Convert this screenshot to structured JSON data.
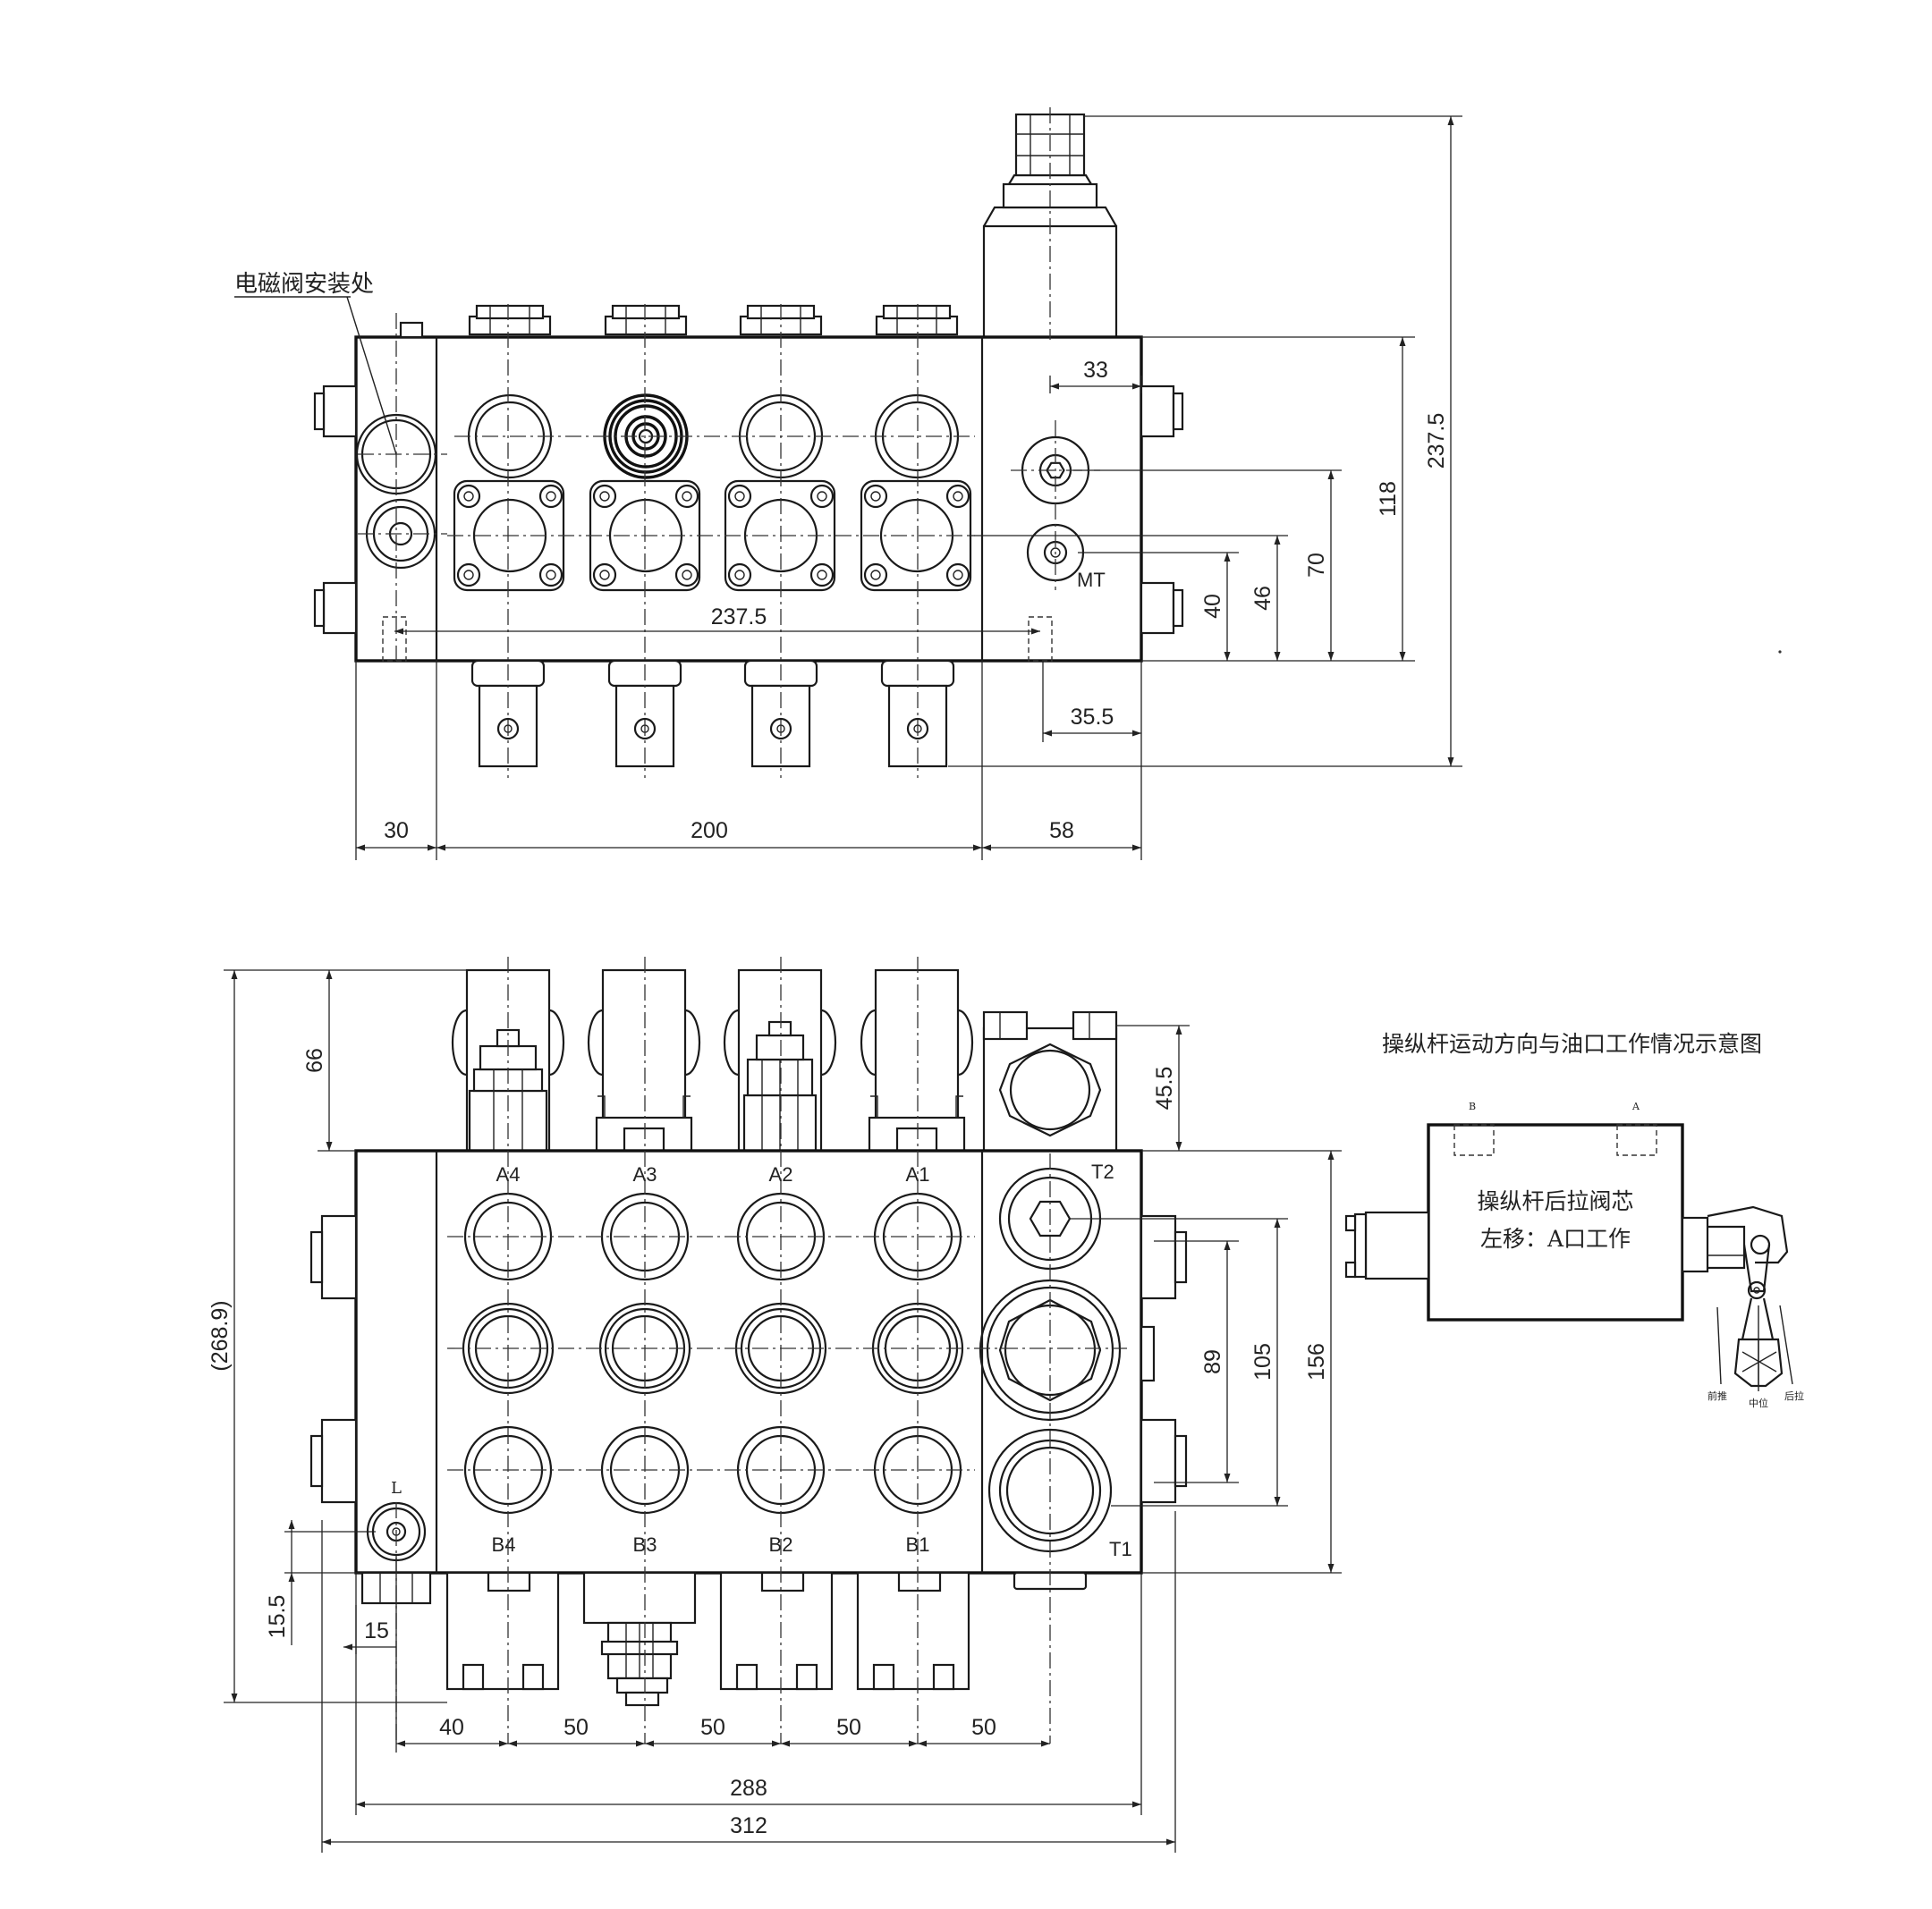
{
  "top_view": {
    "annotation": "电磁阀安装处",
    "port_mt": "MT",
    "dims": {
      "left": "30",
      "middle": "200",
      "right": "58",
      "holes": "237.5",
      "overall_height": "237.5",
      "body_height": "118",
      "d70": "70",
      "d46": "46",
      "d40": "40",
      "d33": "33",
      "d35_5": "35.5"
    }
  },
  "front_view": {
    "ports_a": [
      "A4",
      "A3",
      "A2",
      "A1"
    ],
    "ports_b": [
      "B4",
      "B3",
      "B2",
      "B1"
    ],
    "port_t2": "T2",
    "port_t1": "T1",
    "port_l": "L",
    "dims": {
      "total_height": "(268.9)",
      "top_66": "66",
      "relief_45_5": "45.5",
      "h156": "156",
      "h105": "105",
      "h89": "89",
      "h15_5": "15.5",
      "w15": "15",
      "w40": "40",
      "w50a": "50",
      "w50b": "50",
      "w50c": "50",
      "w50d": "50",
      "w288": "288",
      "w312": "312"
    }
  },
  "schematic": {
    "title": "操纵杆运动方向与油口工作情况示意图",
    "port_b": "B",
    "port_a": "A",
    "line1": "操纵杆后拉阀芯",
    "line2": "左移：A口工作",
    "pos_push": "前推",
    "pos_mid": "中位",
    "pos_pull": "后拉"
  }
}
